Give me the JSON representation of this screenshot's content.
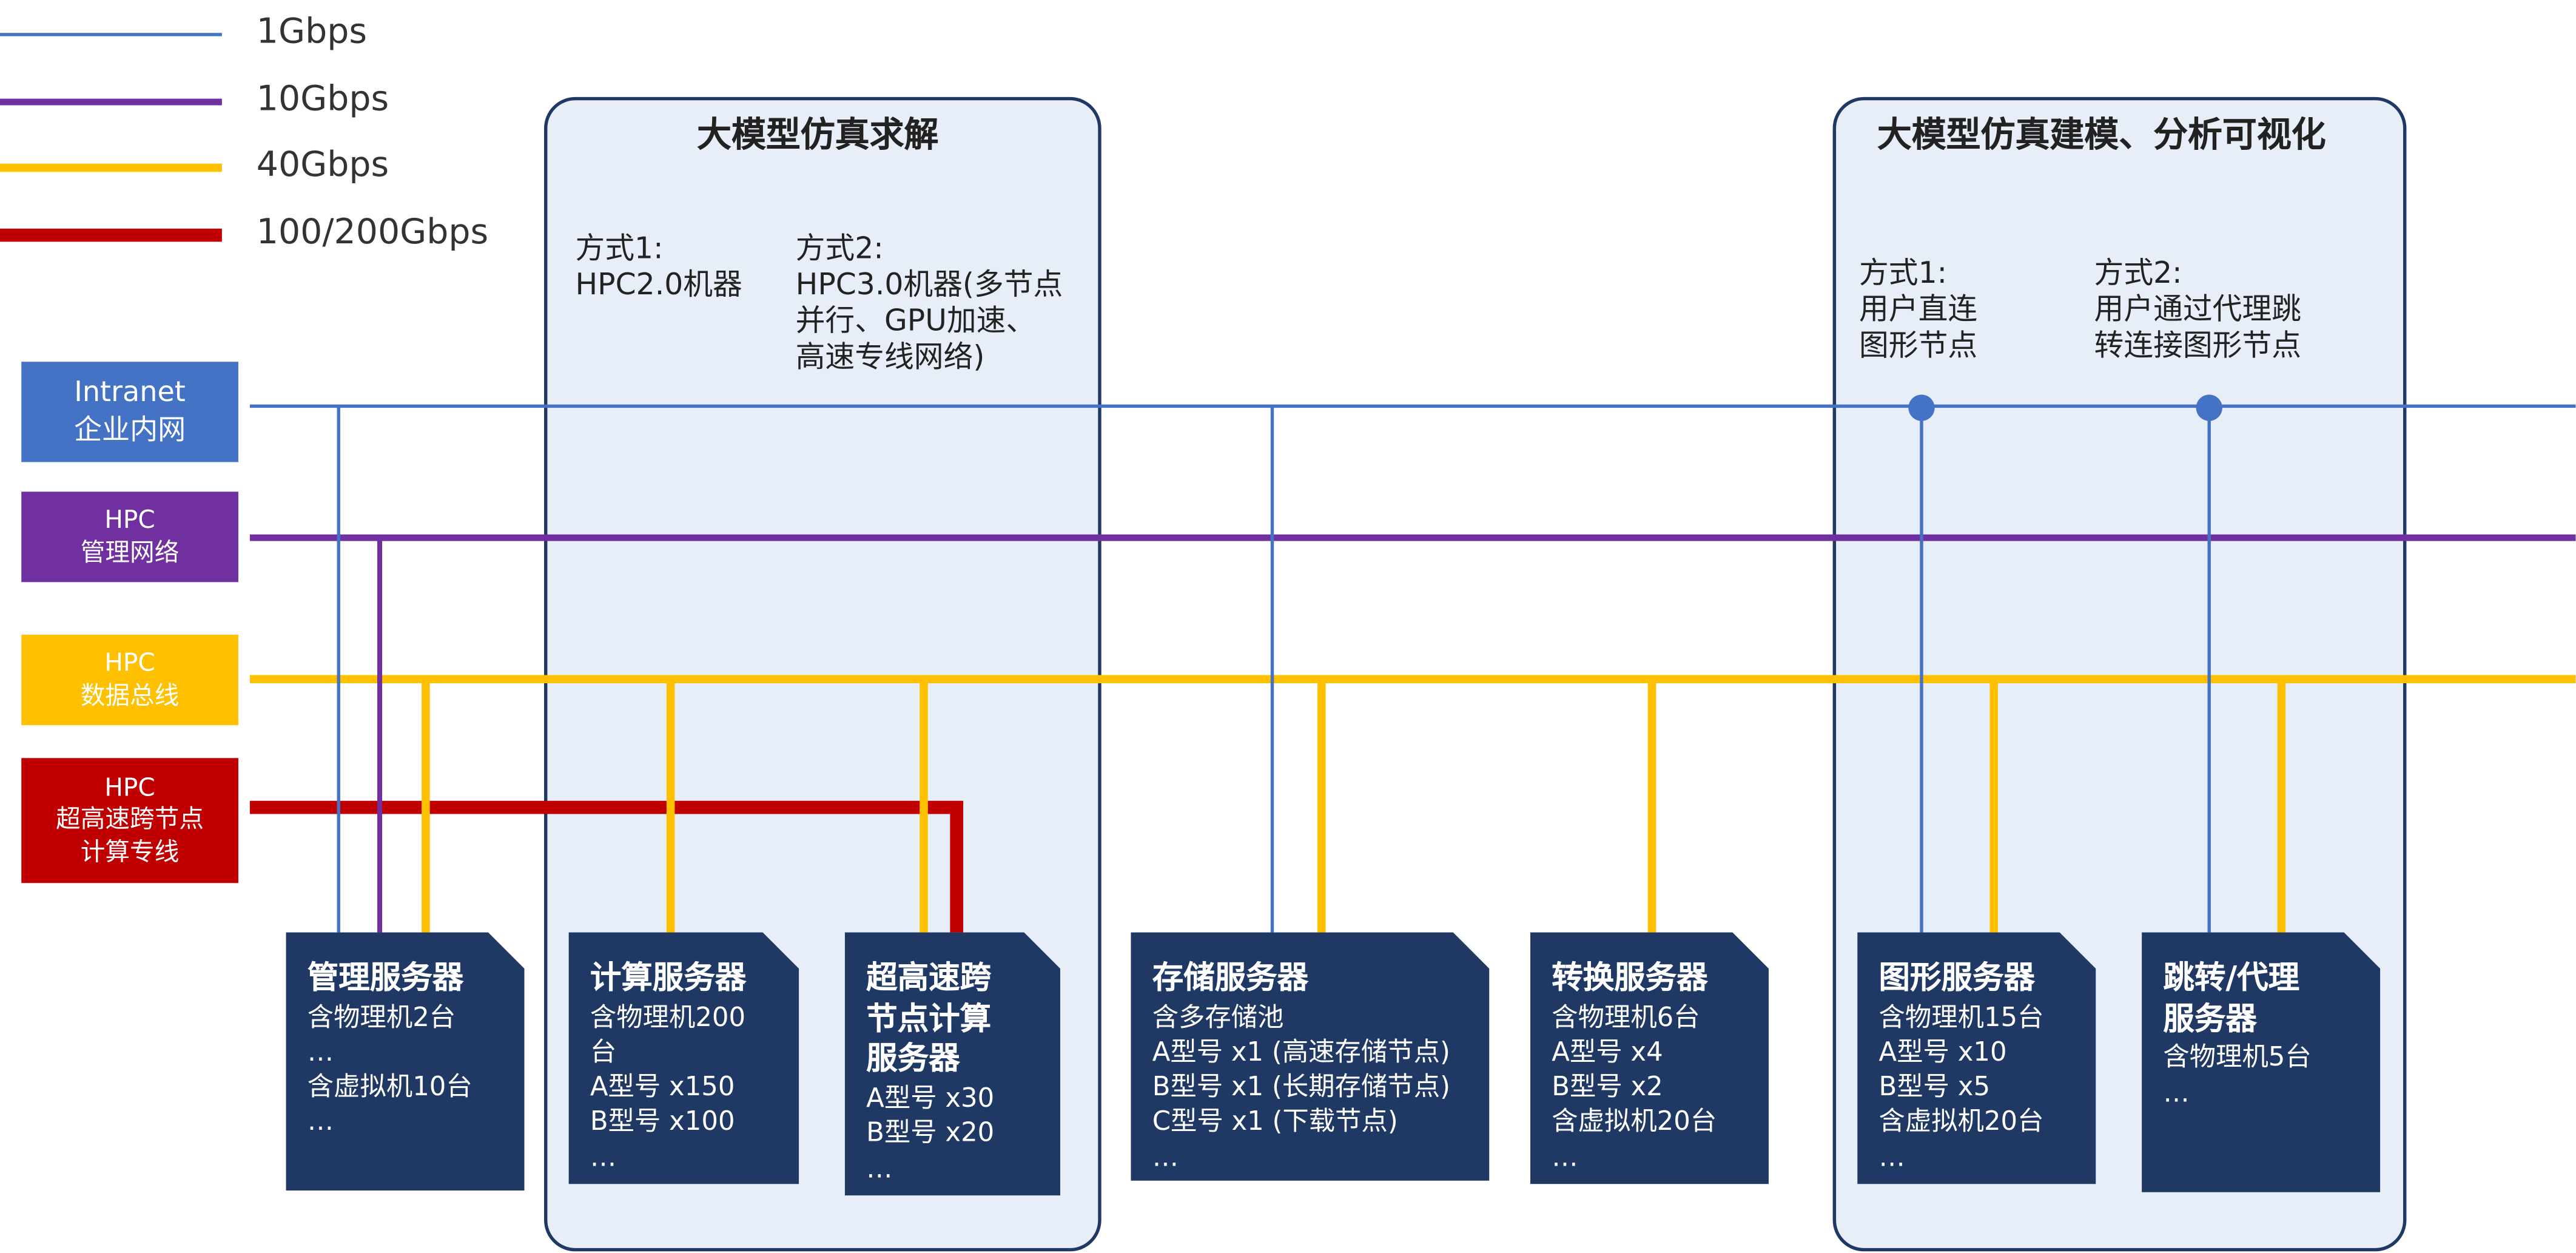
{
  "colors": {
    "intranet": "#4472C4",
    "mgmt": "#7030A0",
    "data_bus": "#FFC000",
    "special": "#C00000",
    "server_fill": "#1F3864",
    "zone_fill": "#E8EEF7",
    "zone_border": "#1F3864"
  },
  "legend": [
    {
      "label": "1Gbps",
      "color": "#4472C4"
    },
    {
      "label": "10Gbps",
      "color": "#7030A0"
    },
    {
      "label": "40Gbps",
      "color": "#FFC000"
    },
    {
      "label": "100/200Gbps",
      "color": "#C00000"
    }
  ],
  "networks": [
    {
      "id": "intranet",
      "lines": [
        "Intranet",
        "企业内网"
      ],
      "color": "#4472C4",
      "bandwidth": "1Gbps"
    },
    {
      "id": "mgmt",
      "lines": [
        "HPC",
        "管理网络"
      ],
      "color": "#7030A0",
      "bandwidth": "10Gbps"
    },
    {
      "id": "data",
      "lines": [
        "HPC",
        "数据总线"
      ],
      "color": "#FFC000",
      "bandwidth": "40Gbps"
    },
    {
      "id": "special",
      "lines": [
        "HPC",
        "超高速跨节点",
        "计算专线"
      ],
      "color": "#C00000",
      "bandwidth": "100/200Gbps"
    }
  ],
  "zones": [
    {
      "title": "大模型仿真求解",
      "methods": [
        {
          "text": "方式1:\nHPC2.0机器"
        },
        {
          "text": "方式2:\nHPC3.0机器(多节点\n并行、GPU加速、\n高速专线网络)"
        }
      ]
    },
    {
      "title": "大模型仿真建模、分析可视化",
      "methods": [
        {
          "text": "方式1:\n用户直连\n图形节点"
        },
        {
          "text": "方式2:\n用户通过代理跳\n转连接图形节点"
        }
      ]
    }
  ],
  "servers": [
    {
      "title": "管理服务器",
      "lines": [
        "含物理机2台",
        "…",
        "含虚拟机10台",
        "…"
      ]
    },
    {
      "title": "计算服务器",
      "lines": [
        "含物理机200",
        "台",
        "A型号 x150",
        "B型号 x100",
        "…"
      ]
    },
    {
      "title": "超高速跨\n节点计算\n服务器",
      "lines": [
        "A型号 x30",
        "B型号 x20",
        "…"
      ]
    },
    {
      "title": "存储服务器",
      "lines": [
        "含多存储池",
        "A型号 x1 (高速存储节点)",
        "B型号 x1 (长期存储节点)",
        "C型号 x1 (下载节点)",
        "…"
      ]
    },
    {
      "title": "转换服务器",
      "lines": [
        "含物理机6台",
        "A型号 x4",
        "B型号 x2",
        "含虚拟机20台",
        "…"
      ]
    },
    {
      "title": "图形服务器",
      "lines": [
        "含物理机15台",
        "A型号 x10",
        "B型号 x5",
        "含虚拟机20台",
        "…"
      ]
    },
    {
      "title": "跳转/代理\n服务器",
      "lines": [
        "含物理机5台",
        "…"
      ]
    }
  ]
}
